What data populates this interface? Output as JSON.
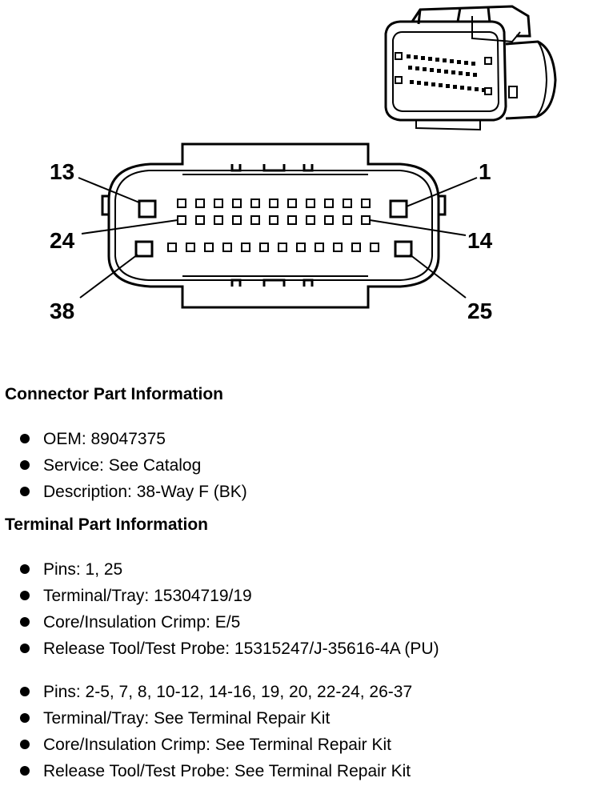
{
  "pin_labels": {
    "pin13": "13",
    "pin1": "1",
    "pin24": "24",
    "pin14": "14",
    "pin38": "38",
    "pin25": "25"
  },
  "connector": {
    "heading": "Connector Part Information",
    "items": [
      "OEM: 89047375",
      "Service: See Catalog",
      "Description: 38-Way F (BK)"
    ]
  },
  "terminal": {
    "heading": "Terminal Part Information",
    "groups": [
      [
        "Pins: 1, 25",
        "Terminal/Tray: 15304719/19",
        "Core/Insulation Crimp: E/5",
        "Release Tool/Test Probe: 15315247/J-35616-4A (PU)"
      ],
      [
        "Pins: 2-5, 7, 8, 10-12, 14-16, 19, 20, 22-24, 26-37",
        "Terminal/Tray: See Terminal Repair Kit",
        "Core/Insulation Crimp: See Terminal Repair Kit",
        "Release Tool/Test Probe: See Terminal Repair Kit"
      ]
    ]
  }
}
